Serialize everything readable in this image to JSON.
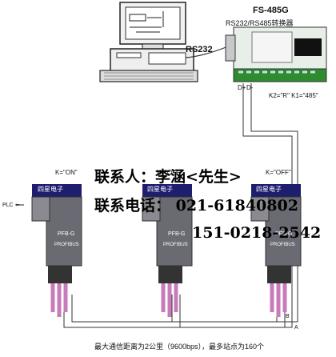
{
  "converter": {
    "model": "FS-485G",
    "subtitle": "RS232/RS485转换器",
    "port_label": "RS232",
    "settings": "K2=\"R\" K1=\"485\"",
    "d_plus": "D+",
    "d_minus": "D-"
  },
  "devices": [
    {
      "switch": "K=\"ON\"",
      "name": "四星电子",
      "model": "PFB-G",
      "desc": "PROFIBUS"
    },
    {
      "switch": "K=\"OFF\"",
      "name": "四星电子",
      "model": "PFB-G",
      "desc": "PROFIBUS"
    },
    {
      "switch": "K=\"OFF\"",
      "name": "四星电子",
      "model": "PFB-G",
      "desc": "PROFIBUS"
    }
  ],
  "plc_label": "PLC ⇦",
  "contact": {
    "person": "联系人：李涵<先生>",
    "phone": "联系电话：  021-61840802",
    "mobile": "151-0218-2542"
  },
  "bus_labels": {
    "a": "B",
    "b": "A"
  },
  "footer": "最大通信距离为2公里（9600bps），最多站点为160个"
}
